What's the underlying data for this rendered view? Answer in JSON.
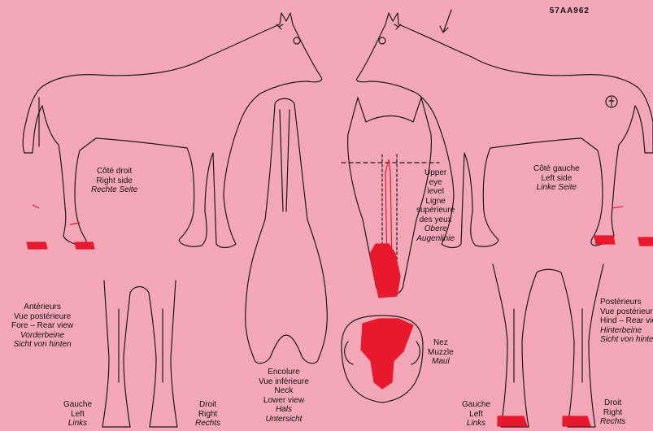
{
  "reference": "57AA962",
  "colors": {
    "background": "#f4a7b6",
    "marking": "#e8192c",
    "outline": "#1a1a1a"
  },
  "labels": {
    "right_side": {
      "fr": "Côté droit",
      "en": "Right side",
      "de": "Rechte Seite"
    },
    "left_side": {
      "fr": "Côté gauche",
      "en": "Left side",
      "de": "Linke Seite"
    },
    "eye_level": {
      "en1": "Upper",
      "en2": "eye",
      "en3": "level",
      "fr1": "Ligne",
      "fr2": "supérieure",
      "fr3": "des yeux",
      "de1": "Obere",
      "de2": "Augenlinie"
    },
    "forelegs": {
      "fr1": "Antérieurs",
      "fr2": "Vue postérieure",
      "en": "Fore – Rear view",
      "de1": "Vorderbeine",
      "de2": "Sicht von hinten"
    },
    "hindlegs": {
      "fr1": "Postérieurs",
      "fr2": "Vue postérieure",
      "en": "Hind – Rear view",
      "de1": "Hinterbeine",
      "de2": "Sicht von hinten"
    },
    "neck": {
      "fr1": "Encolure",
      "fr2": "Vue inférieure",
      "en1": "Neck",
      "en2": "Lower view",
      "de1": "Hals",
      "de2": "Untersicht"
    },
    "muzzle": {
      "fr": "Nez",
      "en": "Muzzle",
      "de": "Maul"
    },
    "fore_left": {
      "fr": "Gauche",
      "en": "Left",
      "de": "Links"
    },
    "fore_right": {
      "fr": "Droit",
      "en": "Right",
      "de": "Rechts"
    },
    "hind_left": {
      "fr": "Gauche",
      "en": "Left",
      "de": "Links"
    },
    "hind_right": {
      "fr": "Droit",
      "en": "Right",
      "de": "Rechts"
    }
  }
}
